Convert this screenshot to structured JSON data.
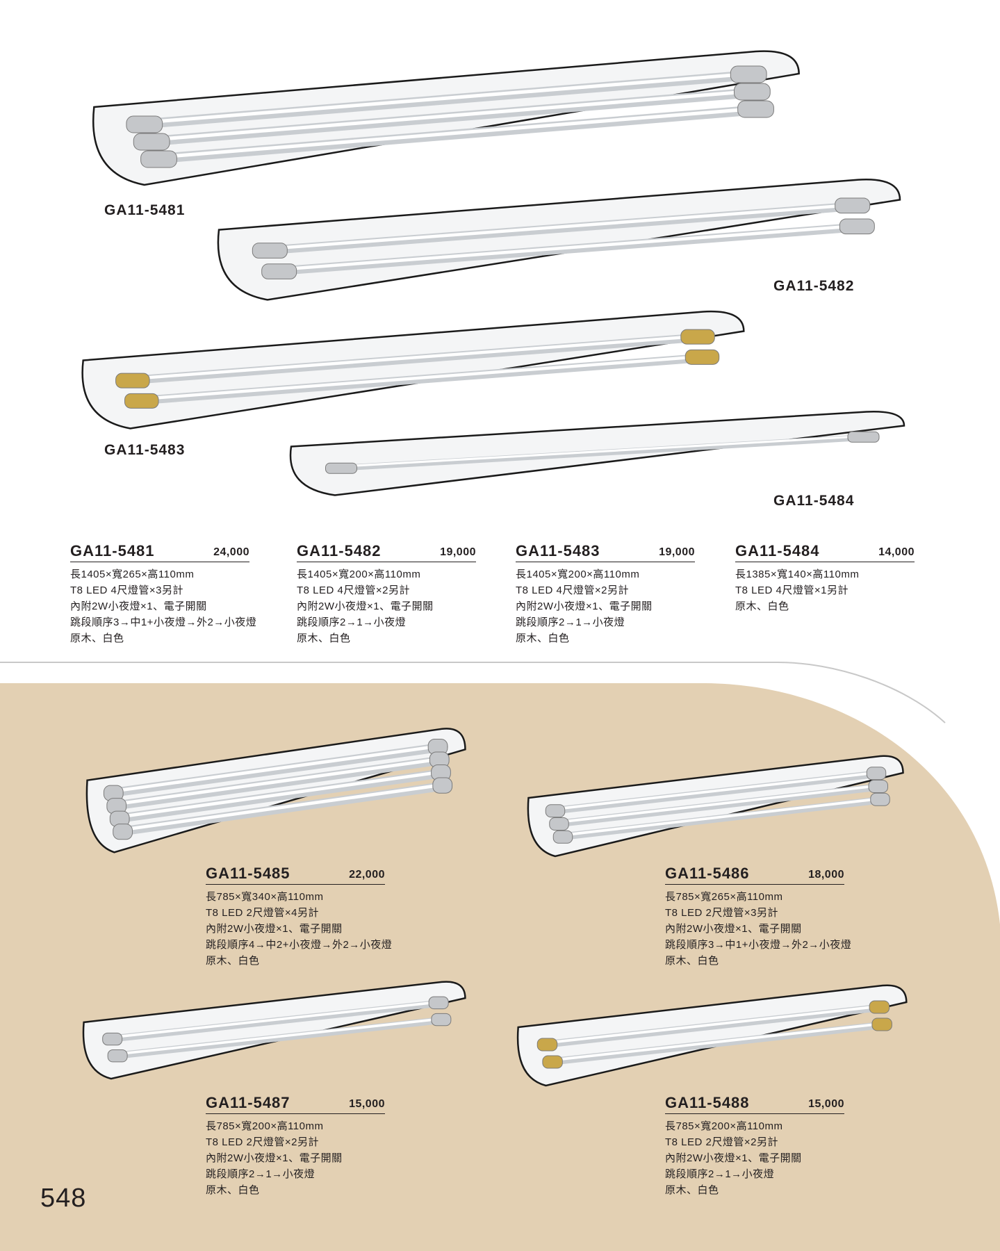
{
  "colors": {
    "beige": "#e3d0b3",
    "silver": "#c5c7ca",
    "gold": "#c9a74a",
    "frame": "#1a1a1a",
    "text": "#231f20"
  },
  "fixtures": [
    {
      "label": "GA11-5481",
      "tubes": 3,
      "metal": "silver"
    },
    {
      "label": "GA11-5482",
      "tubes": 2,
      "metal": "silver"
    },
    {
      "label": "GA11-5483",
      "tubes": 2,
      "metal": "gold"
    },
    {
      "label": "GA11-5484",
      "tubes": 1,
      "metal": "silver"
    },
    {
      "label": "",
      "tubes": 4,
      "metal": "silver"
    },
    {
      "label": "",
      "tubes": 3,
      "metal": "silver"
    },
    {
      "label": "",
      "tubes": 2,
      "metal": "silver"
    },
    {
      "label": "",
      "tubes": 2,
      "metal": "gold"
    }
  ],
  "specs": [
    {
      "model": "GA11-5481",
      "price": "24,000",
      "lines": [
        "長1405×寬265×高110mm",
        "T8 LED 4尺燈管×3另計",
        "內附2W小夜燈×1、電子開關",
        "跳段順序3→中1+小夜燈→外2→小夜燈",
        "原木、白色"
      ]
    },
    {
      "model": "GA11-5482",
      "price": "19,000",
      "lines": [
        "長1405×寬200×高110mm",
        "T8 LED 4尺燈管×2另計",
        "內附2W小夜燈×1、電子開關",
        "跳段順序2→1→小夜燈",
        "原木、白色"
      ]
    },
    {
      "model": "GA11-5483",
      "price": "19,000",
      "lines": [
        "長1405×寬200×高110mm",
        "T8 LED 4尺燈管×2另計",
        "內附2W小夜燈×1、電子開關",
        "跳段順序2→1→小夜燈",
        "原木、白色"
      ]
    },
    {
      "model": "GA11-5484",
      "price": "14,000",
      "lines": [
        "長1385×寬140×高110mm",
        "T8 LED 4尺燈管×1另計",
        "原木、白色"
      ]
    },
    {
      "model": "GA11-5485",
      "price": "22,000",
      "lines": [
        "長785×寬340×高110mm",
        "T8 LED 2尺燈管×4另計",
        "內附2W小夜燈×1、電子開關",
        "跳段順序4→中2+小夜燈→外2→小夜燈",
        "原木、白色"
      ]
    },
    {
      "model": "GA11-5486",
      "price": "18,000",
      "lines": [
        "長785×寬265×高110mm",
        "T8 LED 2尺燈管×3另計",
        "內附2W小夜燈×1、電子開關",
        "跳段順序3→中1+小夜燈→外2→小夜燈",
        "原木、白色"
      ]
    },
    {
      "model": "GA11-5487",
      "price": "15,000",
      "lines": [
        "長785×寬200×高110mm",
        "T8 LED 2尺燈管×2另計",
        "內附2W小夜燈×1、電子開關",
        "跳段順序2→1→小夜燈",
        "原木、白色"
      ]
    },
    {
      "model": "GA11-5488",
      "price": "15,000",
      "lines": [
        "長785×寬200×高110mm",
        "T8 LED 2尺燈管×2另計",
        "內附2W小夜燈×1、電子開關",
        "跳段順序2→1→小夜燈",
        "原木、白色"
      ]
    }
  ],
  "page_number": "548"
}
